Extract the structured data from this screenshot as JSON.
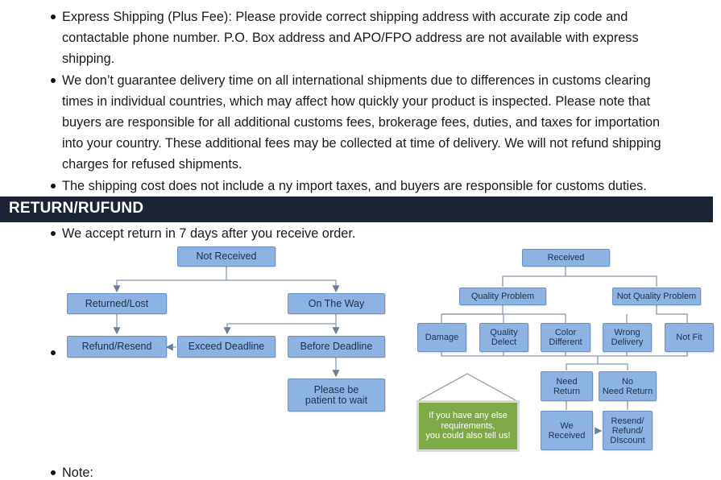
{
  "shipping_notes": {
    "express_lines": [
      "Express Shipping (Plus Fee): Please provide correct shipping address with accurate zip code and",
      "contactable phone number. P.O. Box address and APO/FPO address are not available with express",
      "shipping."
    ],
    "international_lines": [
      "We don’t guarantee delivery time on all international shipments due to differences in customs clearing",
      "times in individual countries, which may affect how quickly your product is inspected. Please note that",
      "buyers are responsible for all additional customs fees, brokerage fees, duties, and taxes for importation",
      "into your country. These additional fees may be collected at time of delivery. We will not refund shipping",
      "charges for refused shipments."
    ],
    "taxes": "The shipping cost does not include a ny import taxes, and buyers are responsible for customs duties."
  },
  "section_title": "RETURN/RUFUND",
  "return_policy": "We accept return in 7 days after you receive order.",
  "flow_left": {
    "not_received": "Not Received",
    "returned_lost": "Returned/Lost",
    "on_the_way": "On The Way",
    "refund_resend": "Refund/Resend",
    "exceed_deadline": "Exceed Deadline",
    "before_deadline": "Before Deadline",
    "patient": [
      "Please be",
      "patient to wait"
    ]
  },
  "flow_right": {
    "received": "Received",
    "quality_problem": "Quality Problem",
    "not_quality_problem": "Not Quality Problem",
    "damage": "Damage",
    "quality_defect": [
      "Quality",
      "Delect"
    ],
    "color_different": [
      "Color",
      "Different"
    ],
    "wrong_delivery": [
      "Wrong",
      "Delivery"
    ],
    "not_fit": "Not Fit",
    "need_return": [
      "Need",
      "Return"
    ],
    "no_need_return": [
      "No",
      "Need Return"
    ],
    "we_received": [
      "We",
      "Received"
    ],
    "resend_refund": [
      "Resend/",
      "Refund/",
      "DIscount"
    ],
    "green_note": [
      "If you have any else",
      "requirements,",
      "you could also tell us!"
    ]
  },
  "note": "Note:"
}
